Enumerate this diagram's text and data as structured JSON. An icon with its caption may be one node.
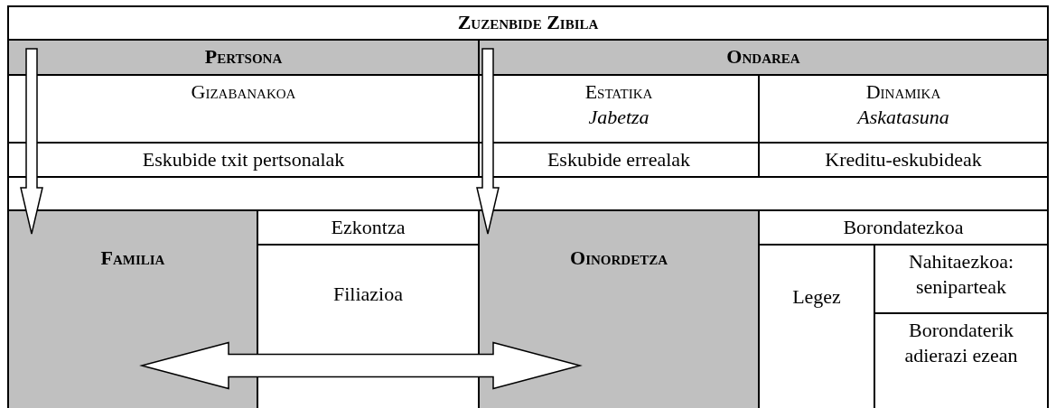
{
  "diagram": {
    "nodes": [
      {
        "text": [
          "Zuzenbide Zibila"
        ]
      },
      {
        "text": [
          "Pertsona"
        ]
      },
      {
        "text": [
          "Ondarea"
        ]
      },
      {
        "text": [
          "Gizabanakoa"
        ]
      },
      {
        "text": [
          "Estatika",
          "Jabetza"
        ]
      },
      {
        "text": [
          "Dinamika",
          "Askatasuna"
        ]
      },
      {
        "text": [
          "Eskubide txit pertsonalak"
        ]
      },
      {
        "text": [
          "Eskubide errealak"
        ]
      },
      {
        "text": [
          "Kreditu-eskubideak"
        ]
      },
      {
        "text": [
          "Familia"
        ]
      },
      {
        "text": [
          "Ezkontza"
        ]
      },
      {
        "text": [
          "Filiazioa"
        ]
      },
      {
        "text": [
          "Oinordetza"
        ]
      },
      {
        "text": [
          "Borondatezkoa"
        ]
      },
      {
        "text": [
          "Legez"
        ]
      },
      {
        "text": [
          "Nahitaezkoa: seniparteak"
        ]
      },
      {
        "text": [
          "Borondaterik adierazi ezean"
        ]
      }
    ],
    "edges": [
      {
        "from": 1,
        "to": 9,
        "arrow": "to"
      },
      {
        "from": 2,
        "to": 12,
        "arrow": "to"
      },
      {
        "from": 9,
        "to": 12,
        "arrow": "both"
      }
    ]
  }
}
